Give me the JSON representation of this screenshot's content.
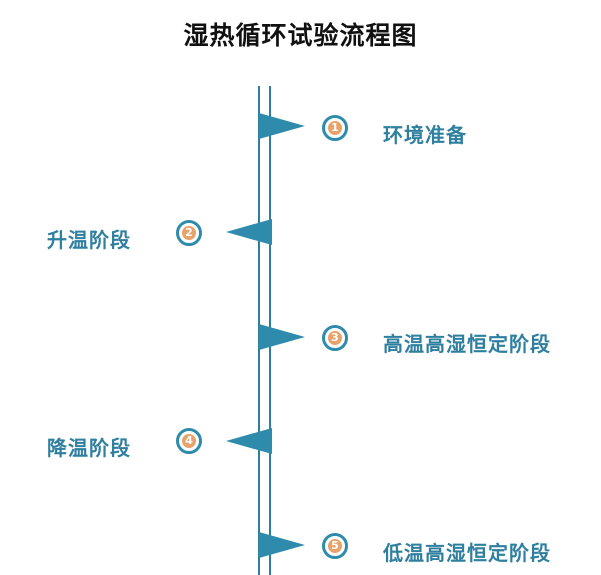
{
  "title": "湿热循环试验流程图",
  "colors": {
    "accent": "#2f8bab",
    "label": "#2f7f9f",
    "number_fill": "#e7a36b"
  },
  "steps": [
    {
      "number": "1",
      "label": "环境准备"
    },
    {
      "number": "2",
      "label": "升温阶段"
    },
    {
      "number": "3",
      "label": "高温高湿恒定阶段"
    },
    {
      "number": "4",
      "label": "降温阶段"
    },
    {
      "number": "5",
      "label": "低温高湿恒定阶段"
    }
  ]
}
